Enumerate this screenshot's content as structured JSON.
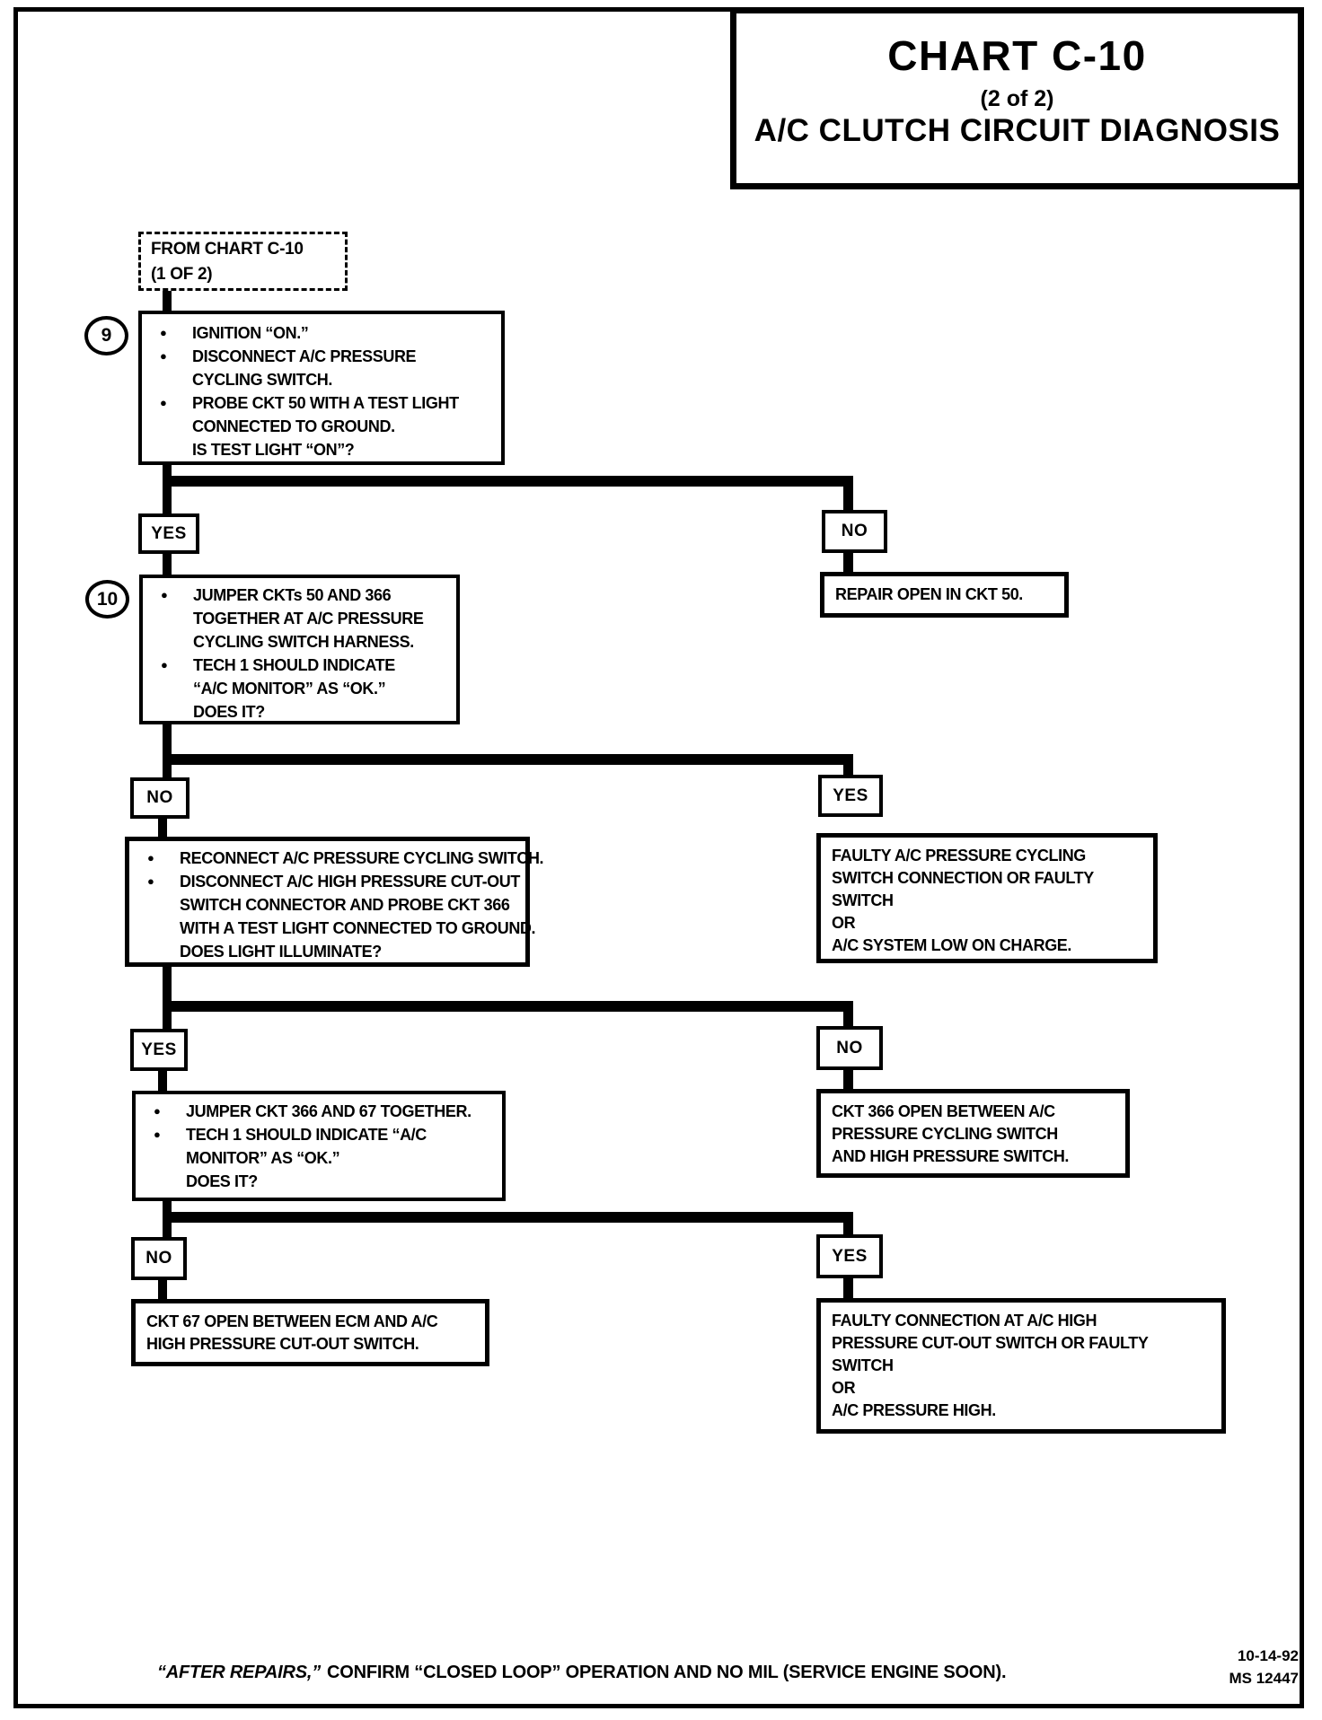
{
  "title": {
    "line1": "CHART C-10",
    "line2": "(2 of 2)",
    "line3": "A/C CLUTCH CIRCUIT DIAGNOSIS"
  },
  "start": {
    "line1": "FROM CHART C-10",
    "line2": "(1 OF 2)"
  },
  "step9": {
    "num": "9",
    "rows": [
      {
        "b": "●",
        "t": "IGNITION “ON.”"
      },
      {
        "b": "●",
        "t": "DISCONNECT A/C PRESSURE"
      },
      {
        "b": "",
        "t": "CYCLING SWITCH."
      },
      {
        "b": "●",
        "t": "PROBE CKT 50 WITH A TEST LIGHT"
      },
      {
        "b": "",
        "t": "CONNECTED TO GROUND."
      },
      {
        "b": "",
        "t": "IS TEST LIGHT “ON”?"
      }
    ]
  },
  "branch1": {
    "left": "YES",
    "right": "NO"
  },
  "repair50": {
    "lines": [
      "REPAIR OPEN IN CKT 50."
    ]
  },
  "step10": {
    "num": "10",
    "rows": [
      {
        "b": "●",
        "t": "JUMPER CKTs 50 AND 366"
      },
      {
        "b": "",
        "t": "TOGETHER AT A/C PRESSURE"
      },
      {
        "b": "",
        "t": "CYCLING SWITCH HARNESS."
      },
      {
        "b": "●",
        "t": "TECH 1 SHOULD INDICATE"
      },
      {
        "b": "",
        "t": "“A/C MONITOR” AS “OK.”"
      },
      {
        "b": "",
        "t": "DOES IT?"
      }
    ]
  },
  "branch2": {
    "left": "NO",
    "right": "YES"
  },
  "faultyCycling": {
    "lines": [
      "FAULTY A/C PRESSURE CYCLING",
      "SWITCH CONNECTION OR FAULTY",
      "SWITCH",
      "OR",
      "A/C SYSTEM LOW ON CHARGE."
    ]
  },
  "probe366": {
    "rows": [
      {
        "b": "●",
        "t": "RECONNECT A/C PRESSURE CYCLING SWITCH."
      },
      {
        "b": "●",
        "t": "DISCONNECT A/C HIGH PRESSURE CUT-OUT"
      },
      {
        "b": "",
        "t": "SWITCH CONNECTOR AND PROBE CKT 366"
      },
      {
        "b": "",
        "t": "WITH A TEST LIGHT CONNECTED TO GROUND."
      },
      {
        "b": "",
        "t": "DOES LIGHT ILLUMINATE?"
      }
    ]
  },
  "branch3": {
    "left": "YES",
    "right": "NO"
  },
  "ckt366": {
    "lines": [
      "CKT 366 OPEN BETWEEN A/C",
      "PRESSURE CYCLING SWITCH",
      "AND HIGH PRESSURE SWITCH."
    ]
  },
  "jumper67": {
    "rows": [
      {
        "b": "●",
        "t": "JUMPER CKT 366 AND 67 TOGETHER."
      },
      {
        "b": "●",
        "t": "TECH 1 SHOULD INDICATE “A/C"
      },
      {
        "b": "",
        "t": "MONITOR” AS “OK.”"
      },
      {
        "b": "",
        "t": "DOES IT?"
      }
    ]
  },
  "branch4": {
    "left": "NO",
    "right": "YES"
  },
  "ckt67": {
    "lines": [
      "CKT 67 OPEN BETWEEN ECM AND A/C",
      "HIGH PRESSURE CUT-OUT SWITCH."
    ]
  },
  "faultyHigh": {
    "lines": [
      "FAULTY CONNECTION AT A/C HIGH",
      "PRESSURE CUT-OUT SWITCH OR FAULTY",
      "SWITCH",
      "OR",
      "A/C PRESSURE HIGH."
    ]
  },
  "footer": {
    "note_italic": "“AFTER REPAIRS,”",
    "note_rest": "CONFIRM “CLOSED LOOP” OPERATION AND NO MIL (SERVICE ENGINE SOON).",
    "stamp1": "10-14-92",
    "stamp2": "MS 12447"
  }
}
